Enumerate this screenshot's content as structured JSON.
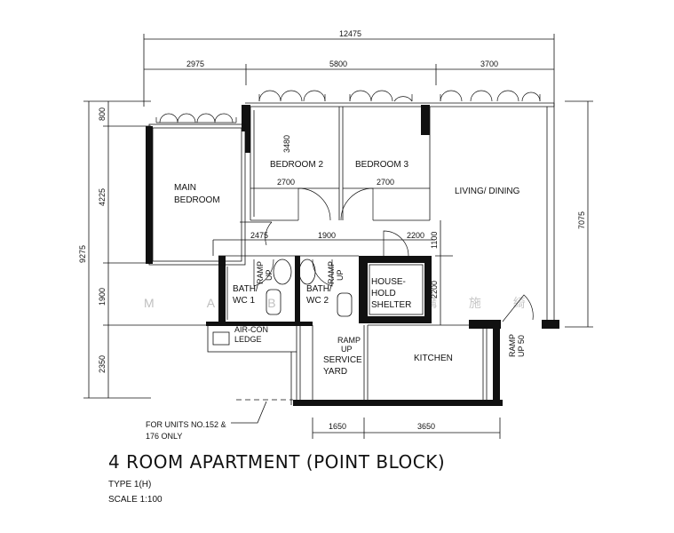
{
  "title": "4 ROOM APARTMENT (POINT BLOCK)",
  "type_label": "TYPE 1(H)",
  "scale_label": "SCALE 1:100",
  "watermark": "M A B",
  "watermark_cjk": "構 施 綺",
  "rooms": {
    "main_bedroom": [
      "MAIN",
      "BEDROOM"
    ],
    "bedroom2": "BEDROOM 2",
    "bedroom3": "BEDROOM 3",
    "living": "LIVING/ DINING",
    "bath1": [
      "BATH/",
      "WC 1"
    ],
    "bath2": [
      "BATH/",
      "WC 2"
    ],
    "shelter": [
      "HOUSE-",
      "HOLD",
      "SHELTER"
    ],
    "aircon": [
      "AIR-CON",
      "LEDGE"
    ],
    "service": [
      "SERVICE",
      "YARD"
    ],
    "kitchen": "KITCHEN"
  },
  "ramps": {
    "bath1": [
      "RAMP",
      "UP"
    ],
    "bath2": [
      "RAMP",
      "UP"
    ],
    "service": [
      "RAMP",
      "UP"
    ],
    "entry": [
      "RAMP",
      "UP 50"
    ]
  },
  "dimensions": {
    "overall_width": "12475",
    "top_left": "2975",
    "top_mid": "5800",
    "top_right": "3700",
    "left_total": "9275",
    "left_800": "800",
    "left_4225": "4225",
    "left_1900": "1900",
    "left_2350": "2350",
    "bed2_width": "2700",
    "bed3_width": "2700",
    "bed2_depth": "3480",
    "row_2475": "2475",
    "row_1900": "1900",
    "row_2200": "2200",
    "right_7075": "7075",
    "shelter_1100": "1100",
    "shelter_2200": "2200",
    "bottom_1650": "1650",
    "bottom_3650": "3650"
  },
  "note": [
    "FOR UNITS NO.152 &",
    "176 ONLY"
  ]
}
